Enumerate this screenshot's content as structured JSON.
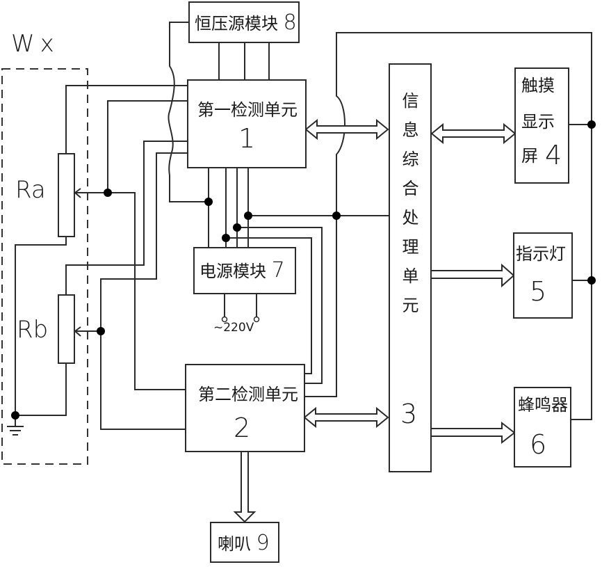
{
  "wx_label": "Wx",
  "resistors": {
    "ra": "Ra",
    "rb": "Rb"
  },
  "blocks": {
    "first_detection": {
      "name": "第一检测单元",
      "number": "1"
    },
    "second_detection": {
      "name": "第二检测单元",
      "number": "2"
    },
    "info_processing": {
      "name": "信息综合处理单元",
      "number": "3"
    },
    "touch_display": {
      "line1": "触摸",
      "line2": "显示",
      "line3": "屏",
      "number": "4"
    },
    "indicator_light": {
      "name": "指示灯",
      "number": "5"
    },
    "buzzer": {
      "name": "蜂鸣器",
      "number": "6"
    },
    "power_module": {
      "name": "电源模块",
      "number": "7"
    },
    "constant_voltage": {
      "name": "恒压源模块",
      "number": "8"
    },
    "speaker": {
      "name": "喇叭",
      "number": "9"
    }
  },
  "mains_label": "~220V"
}
